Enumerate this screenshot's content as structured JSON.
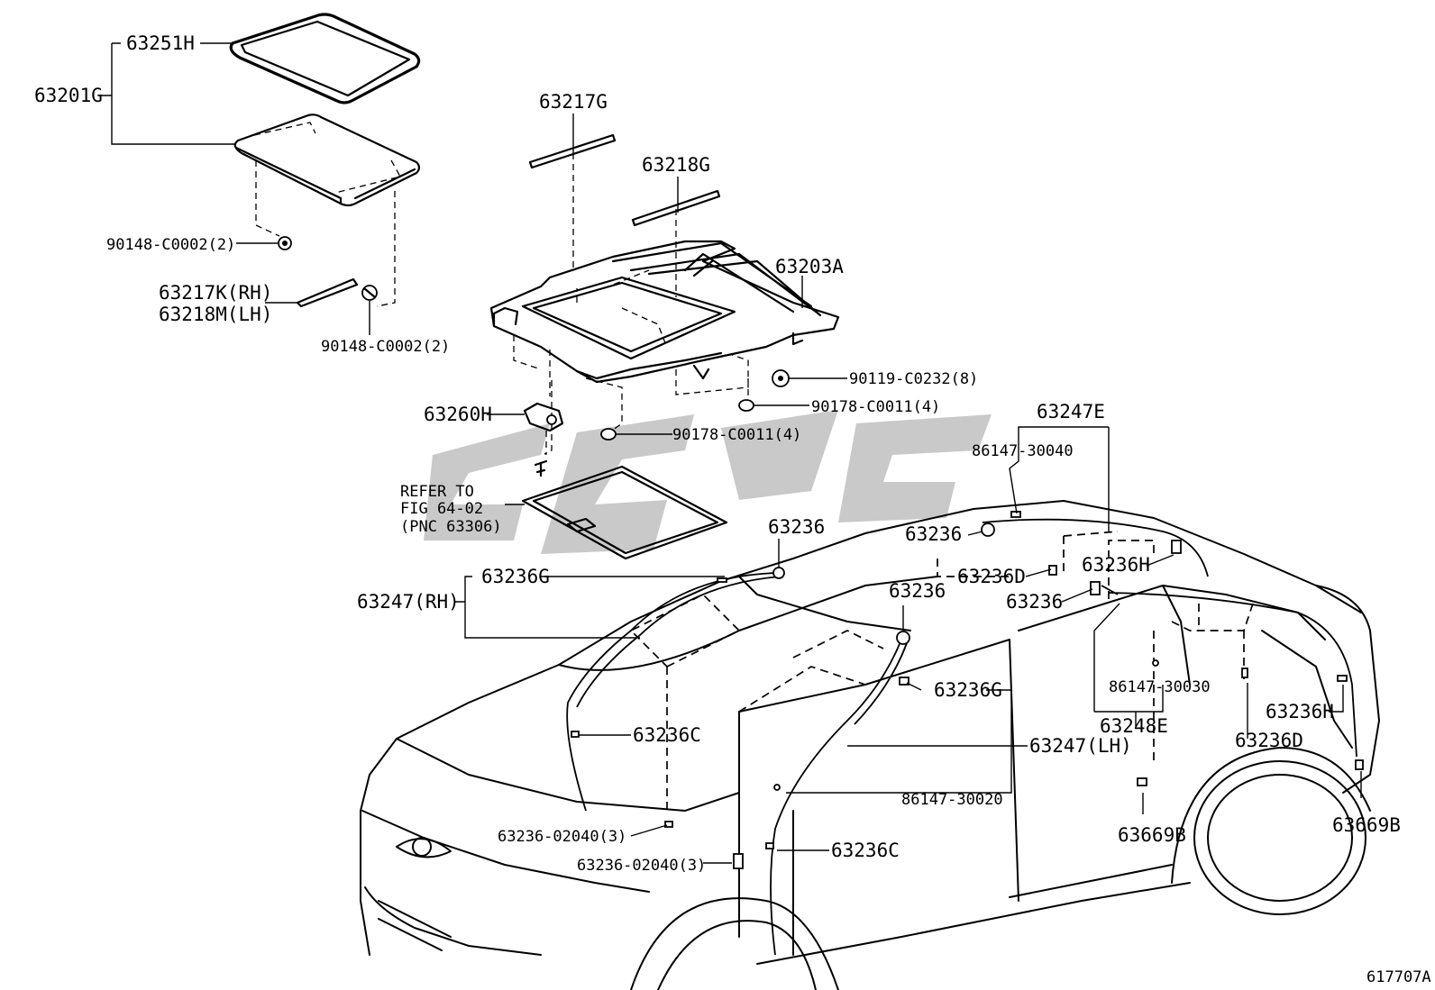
{
  "labels": {
    "p63251H": "63251H",
    "p63201G": "63201G",
    "p90148_a": "90148-C0002(2)",
    "p63217K": "63217K(RH)",
    "p63218M": "63218M(LH)",
    "p90148_b": "90148-C0002(2)",
    "p63217G": "63217G",
    "p63218G": "63218G",
    "p63203A": "63203A",
    "p90119": "90119-C0232(8)",
    "p90178_a": "90178-C0011(4)",
    "p63260H": "63260H",
    "p90178_b": "90178-C0011(4)",
    "refer_1": "REFER TO",
    "refer_2": "FIG 64-02",
    "refer_3": "(PNC 63306)",
    "p63247E": "63247E",
    "p86147_30040": "86147-30040",
    "p63236_top": "63236",
    "p63236_a": "63236",
    "p63236H_a": "63236H",
    "p63236D_a": "63236D",
    "p63236G_a": "63236G",
    "p63247RH": "63247(RH)",
    "p63236_b": "63236",
    "p63236_c": "63236",
    "p63236G_b": "63236G",
    "p86147_30030": "86147-30030",
    "p63236H_b": "63236H",
    "p63236C_a": "63236C",
    "p63248E": "63248E",
    "p63247LH": "63247(LH)",
    "p63236D_b": "63236D",
    "p86147_30020": "86147-30020",
    "p63236_02040_a": "63236-02040(3)",
    "p63236_02040_b": "63236-02040(3)",
    "p63236C_b": "63236C",
    "p63669B_a": "63669B",
    "p63669B_b": "63669B",
    "fig_no": "617707A"
  },
  "colors": {
    "line": "#000000",
    "background": "#ffffff",
    "watermark": "#bfbfbf"
  }
}
